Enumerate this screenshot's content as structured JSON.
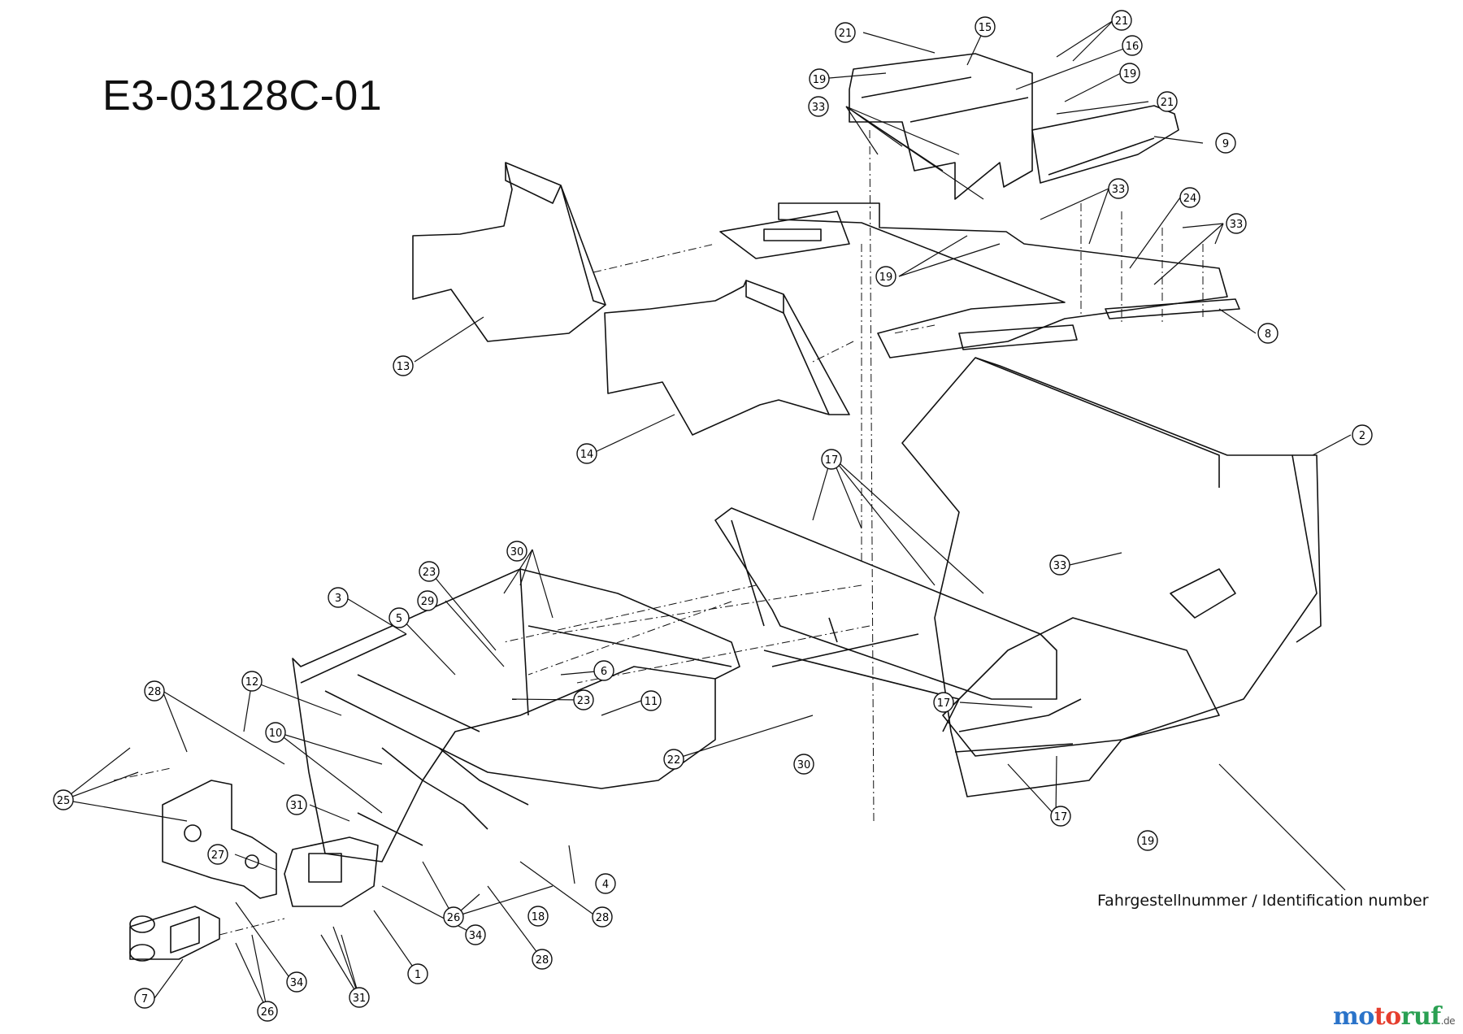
{
  "diagram": {
    "code": "E3-03128C-01",
    "identification_caption": "Fahrgestellnummer / Identification number",
    "brand": {
      "part1": "mo",
      "part2": "to",
      "part3": "ruf",
      "tld": ".de"
    }
  },
  "callouts": [
    {
      "id": "c21a",
      "label": "21"
    },
    {
      "id": "c15",
      "label": "15"
    },
    {
      "id": "c21b",
      "label": "21"
    },
    {
      "id": "c16",
      "label": "16"
    },
    {
      "id": "c19a",
      "label": "19"
    },
    {
      "id": "c19b",
      "label": "19"
    },
    {
      "id": "c21c",
      "label": "21"
    },
    {
      "id": "c33a",
      "label": "33"
    },
    {
      "id": "c9",
      "label": "9"
    },
    {
      "id": "c33b",
      "label": "33"
    },
    {
      "id": "c24",
      "label": "24"
    },
    {
      "id": "c33c",
      "label": "33"
    },
    {
      "id": "c19c",
      "label": "19"
    },
    {
      "id": "c8",
      "label": "8"
    },
    {
      "id": "c13",
      "label": "13"
    },
    {
      "id": "c14",
      "label": "14"
    },
    {
      "id": "c2",
      "label": "2"
    },
    {
      "id": "c17a",
      "label": "17"
    },
    {
      "id": "c30a",
      "label": "30"
    },
    {
      "id": "c23a",
      "label": "23"
    },
    {
      "id": "c3",
      "label": "3"
    },
    {
      "id": "c29",
      "label": "29"
    },
    {
      "id": "c5",
      "label": "5"
    },
    {
      "id": "c6",
      "label": "6"
    },
    {
      "id": "c23b",
      "label": "23"
    },
    {
      "id": "c11",
      "label": "11"
    },
    {
      "id": "c33d",
      "label": "33"
    },
    {
      "id": "c17b",
      "label": "17"
    },
    {
      "id": "c12",
      "label": "12"
    },
    {
      "id": "c28a",
      "label": "28"
    },
    {
      "id": "c10",
      "label": "10"
    },
    {
      "id": "c22",
      "label": "22"
    },
    {
      "id": "c30b",
      "label": "30"
    },
    {
      "id": "c25",
      "label": "25"
    },
    {
      "id": "c31a",
      "label": "31"
    },
    {
      "id": "c17c",
      "label": "17"
    },
    {
      "id": "c19d",
      "label": "19"
    },
    {
      "id": "c27",
      "label": "27"
    },
    {
      "id": "c4",
      "label": "4"
    },
    {
      "id": "c26a",
      "label": "26"
    },
    {
      "id": "c18",
      "label": "18"
    },
    {
      "id": "c28b",
      "label": "28"
    },
    {
      "id": "c28c",
      "label": "28"
    },
    {
      "id": "c34a",
      "label": "34"
    },
    {
      "id": "c1",
      "label": "1"
    },
    {
      "id": "c34b",
      "label": "34"
    },
    {
      "id": "c31b",
      "label": "31"
    },
    {
      "id": "c7",
      "label": "7"
    },
    {
      "id": "c26b",
      "label": "26"
    }
  ]
}
